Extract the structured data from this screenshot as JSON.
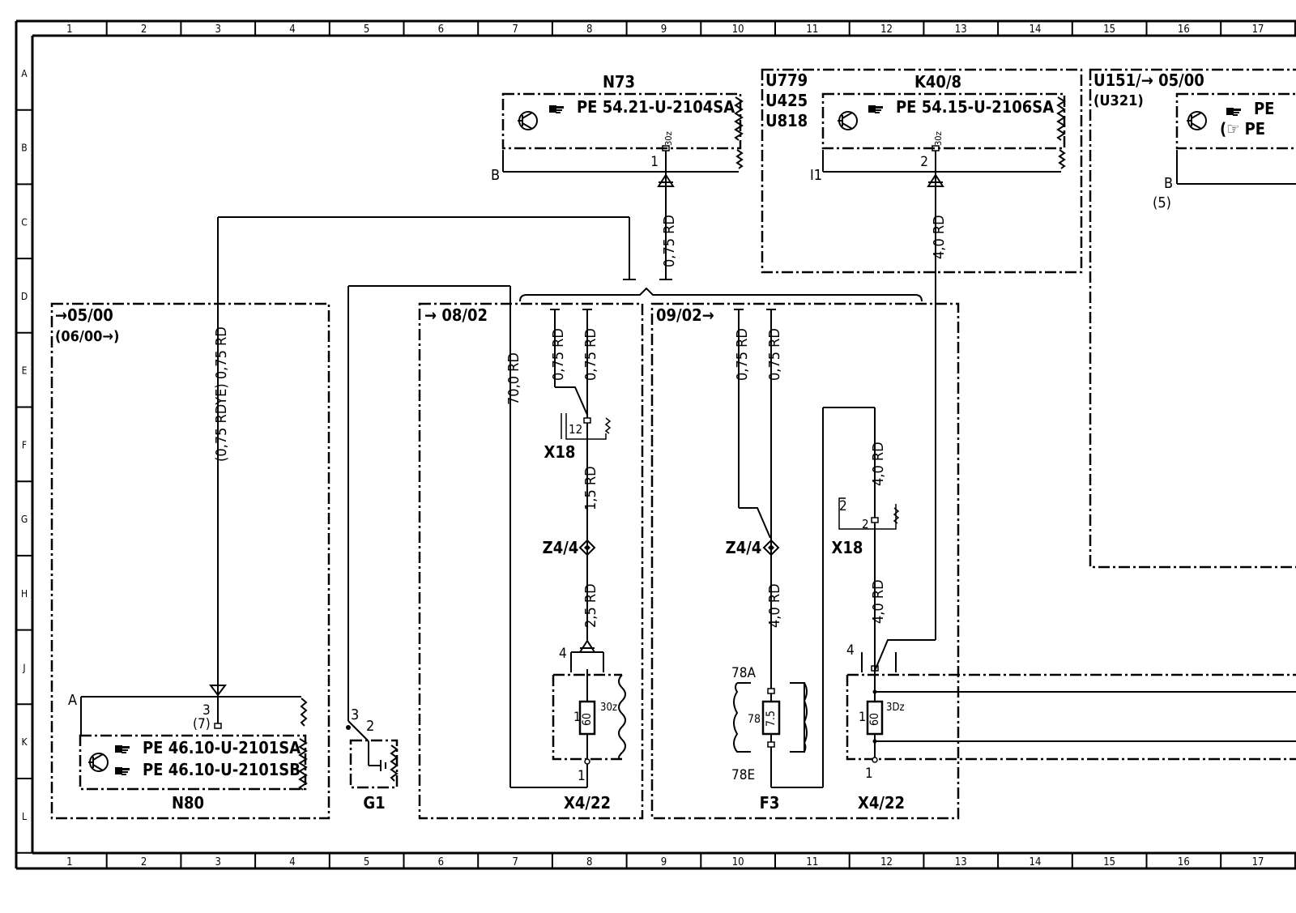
{
  "grid": {
    "columns": [
      "1",
      "2",
      "3",
      "4",
      "5",
      "6",
      "7",
      "8",
      "9",
      "10",
      "11",
      "12",
      "13",
      "14",
      "15",
      "16",
      "17"
    ],
    "rows": [
      "A",
      "B",
      "C",
      "D",
      "E",
      "F",
      "G",
      "H",
      "J",
      "K",
      "L"
    ]
  },
  "components": {
    "n73": {
      "label": "N73",
      "ref": "PE 54.21-U-2104SA",
      "pin_label": "30z",
      "pin": "1",
      "tag": "B"
    },
    "k40_8": {
      "label": "K40/8",
      "variants": [
        "U779",
        "U425",
        "U818"
      ],
      "ref": "PE 54.15-U-2106SA",
      "pin_label": "30z",
      "pin": "2",
      "tag": "I1"
    },
    "u151": {
      "label": "U151/→ 05/00",
      "variant": "(U321)",
      "ref_1": "PE",
      "ref_2": "(☞ PE",
      "tag": "B",
      "pin": "(5)"
    },
    "n80": {
      "label": "N80",
      "variant_1": "→05/00",
      "variant_2": "(06/00→)",
      "ref_1": "PE 46.10-U-2101SA",
      "ref_2": "PE 46.10-U-2101SB",
      "tag": "A",
      "pin": "3",
      "pin_alt": "(7)"
    },
    "g1": {
      "label": "G1",
      "pin_a": "3",
      "pin_b": "2"
    },
    "f3": {
      "label": "F3",
      "fuse_78": "78",
      "fuse_value": "7.5",
      "pin_top": "78A",
      "pin_bottom": "78E"
    },
    "x4_22_a": {
      "label": "X4/22",
      "variant": "→ 08/02",
      "pin_top": "4",
      "pin_left": "1",
      "fuse_value": "60",
      "pin_label": "30z",
      "pin_bottom": "1"
    },
    "x4_22_b": {
      "label": "X4/22",
      "variant": "09/02→",
      "pin_top": "4",
      "pin_left": "1",
      "fuse_value": "60",
      "pin_label": "3Dz",
      "pin_bottom": "1"
    },
    "x18_a": {
      "label": "X18",
      "pin": "12"
    },
    "x18_b": {
      "label": "X18",
      "pin": "2",
      "pin_outer": "2"
    },
    "z4_4_a": {
      "label": "Z4/4"
    },
    "z4_4_b": {
      "label": "Z4/4"
    }
  },
  "wires": {
    "w_n73": "0,75 RD",
    "w_k40": "4,0 RD",
    "w_n80": "(0,75 RDYE) 0,75 RD",
    "w_70": "70,0 RD",
    "w_a1": "0,75 RD",
    "w_a2": "0,75 RD",
    "w_a3": "1,5 RD",
    "w_a4": "2,5 RD",
    "w_b1": "0,75 RD",
    "w_b2": "0,75 RD",
    "w_b3": "4,0 RD",
    "w_c1": "4,0 RD",
    "w_c2": "4,0 RD"
  },
  "icons": {
    "ref": "pointing-hand-icon",
    "control_unit": "transistor-icon"
  }
}
